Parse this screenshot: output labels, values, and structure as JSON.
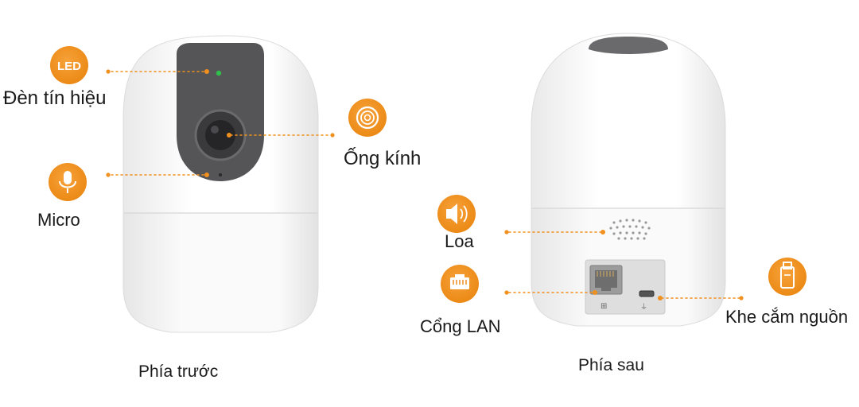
{
  "accent_color": "#f0901e",
  "front": {
    "caption": "Phía trước",
    "labels": {
      "led": "Đèn tín hiệu",
      "lens": "Ống kính",
      "mic": "Micro"
    },
    "led_badge_text": "LED",
    "icons": {
      "led": "led-icon",
      "lens": "lens-icon",
      "mic": "microphone-icon"
    }
  },
  "back": {
    "caption": "Phía sau",
    "labels": {
      "speaker": "Loa",
      "lan": "Cổng LAN",
      "power": "Khe cắm nguồn"
    },
    "icons": {
      "speaker": "speaker-icon",
      "lan": "ethernet-port-icon",
      "power": "usb-plug-icon"
    }
  }
}
